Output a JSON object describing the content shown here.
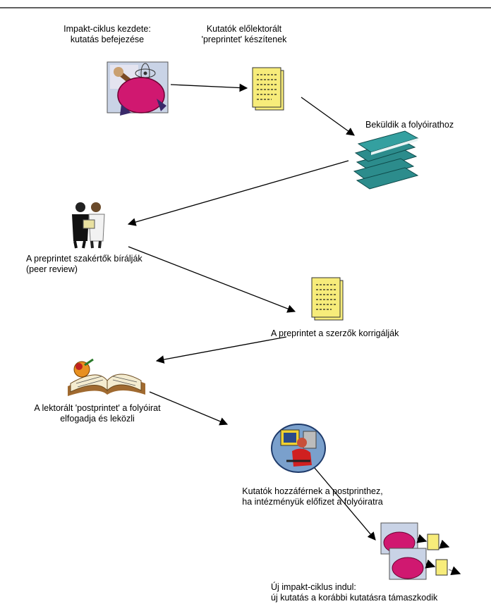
{
  "steps": [
    {
      "lines": [
        "Impakt-ciklus kezdete:",
        "kutatás befejezése"
      ],
      "icon": "researcher-clipart-icon"
    },
    {
      "lines": [
        "Kutatók előlektorált",
        "'preprintet' készítenek"
      ],
      "icon": "document-icon"
    },
    {
      "lines": [
        "Beküldik a folyóirathoz"
      ],
      "icon": "journal-stack-icon"
    },
    {
      "lines": [
        "A preprintet szakértők bírálják",
        "(peer review)"
      ],
      "icon": "reviewers-icon"
    },
    {
      "lines": [
        "A preprintet a szerzők korrigálják"
      ],
      "icon": "document-icon"
    },
    {
      "lines": [
        "A lektorált 'postprintet' a folyóirat",
        "elfogadja és leközli"
      ],
      "icon": "open-book-icon"
    },
    {
      "lines": [
        "Kutatók hozzáférnek a postprinthez,",
        "ha intézményük előfizet a folyóiratra"
      ],
      "icon": "computer-user-icon"
    },
    {
      "lines": [
        "Új impakt-ciklus indul:",
        "új kutatás a korábbi kutatásra támaszkodik"
      ],
      "icon": "new-cycle-icon"
    }
  ],
  "colors": {
    "rule": "#000000",
    "arrow": "#000000",
    "magenta": "#d01870",
    "paper": "#f7ec7a",
    "teal": "#2c8c8c",
    "disk": "#7aa0cc"
  }
}
